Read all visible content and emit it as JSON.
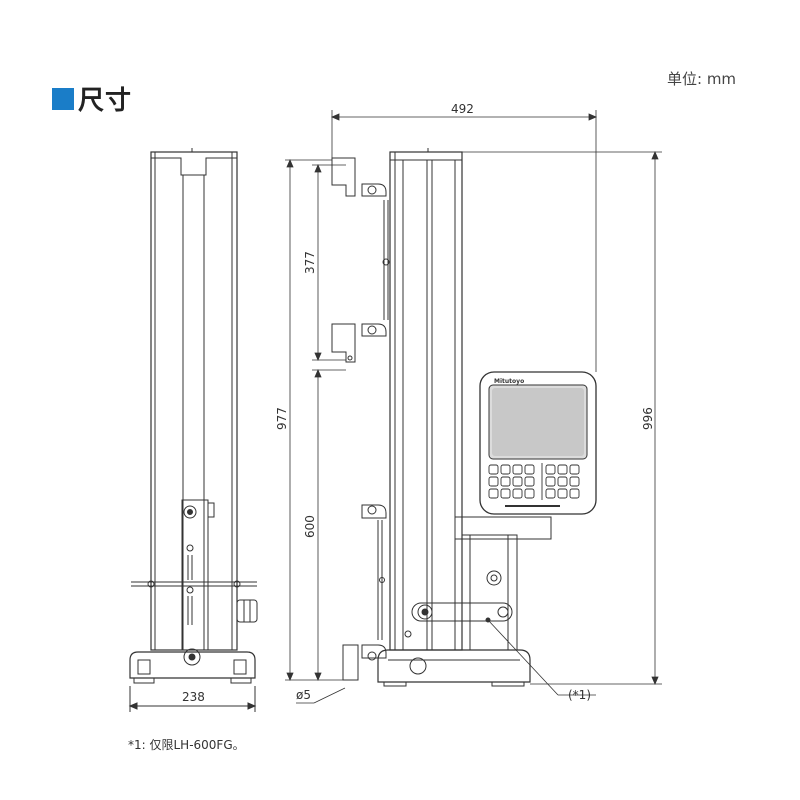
{
  "header": {
    "title": "尺寸",
    "unit": "单位: mm"
  },
  "dimensions": {
    "width_top": "492",
    "width_base": "238",
    "height_total": "996",
    "height_column": "977",
    "upper_span": "377",
    "lower_span": "600",
    "hole_diameter": "ø5",
    "note_ref": "(*1)"
  },
  "display_unit": {
    "brand": "Mitutoyo"
  },
  "footnote": "*1: 仅限LH-600FG。",
  "colors": {
    "accent": "#1a7dc8",
    "line": "#333333",
    "screen": "#d8d8d8"
  }
}
